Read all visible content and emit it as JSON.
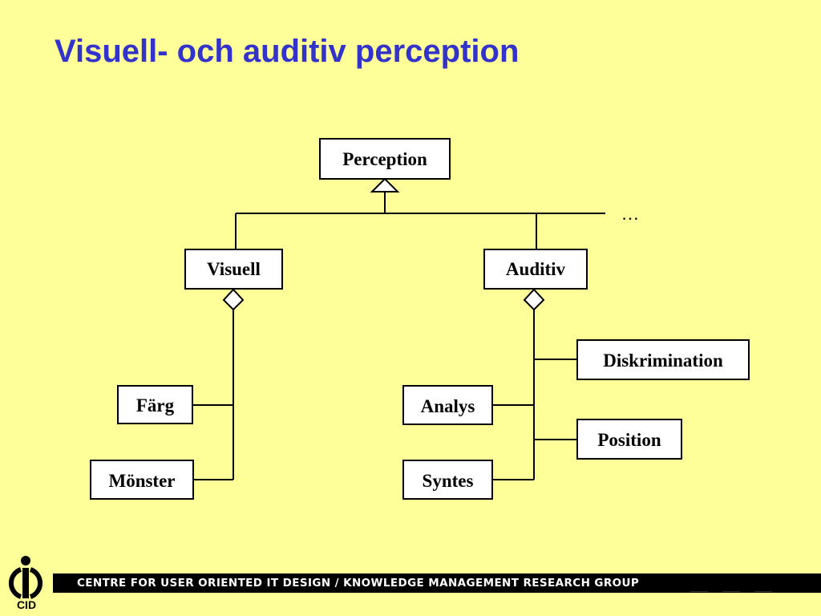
{
  "slide": {
    "title": "Visuell- och auditiv perception",
    "background": "#ffff99",
    "title_color": "#3333cc"
  },
  "diagram": {
    "root": "Perception",
    "more_marker": "…",
    "children": [
      {
        "label": "Visuell",
        "parts": [
          "Färg",
          "Mönster"
        ]
      },
      {
        "label": "Auditiv",
        "parts": [
          "Diskrimination",
          "Analys",
          "Position",
          "Syntes"
        ]
      }
    ],
    "relations": [
      {
        "from": "Visuell",
        "to": "Perception",
        "kind": "generalization"
      },
      {
        "from": "Auditiv",
        "to": "Perception",
        "kind": "generalization"
      },
      {
        "from": "Färg",
        "to": "Visuell",
        "kind": "aggregation"
      },
      {
        "from": "Mönster",
        "to": "Visuell",
        "kind": "aggregation"
      },
      {
        "from": "Diskrimination",
        "to": "Auditiv",
        "kind": "aggregation"
      },
      {
        "from": "Analys",
        "to": "Auditiv",
        "kind": "aggregation"
      },
      {
        "from": "Position",
        "to": "Auditiv",
        "kind": "aggregation"
      },
      {
        "from": "Syntes",
        "to": "Auditiv",
        "kind": "aggregation"
      }
    ]
  },
  "footer": {
    "text": "CENTRE FOR USER ORIENTED IT DESIGN  /  KNOWLEDGE MANAGEMENT RESEARCH GROUP"
  },
  "logo": {
    "text": "CID",
    "icon": "cid-logo-icon"
  }
}
